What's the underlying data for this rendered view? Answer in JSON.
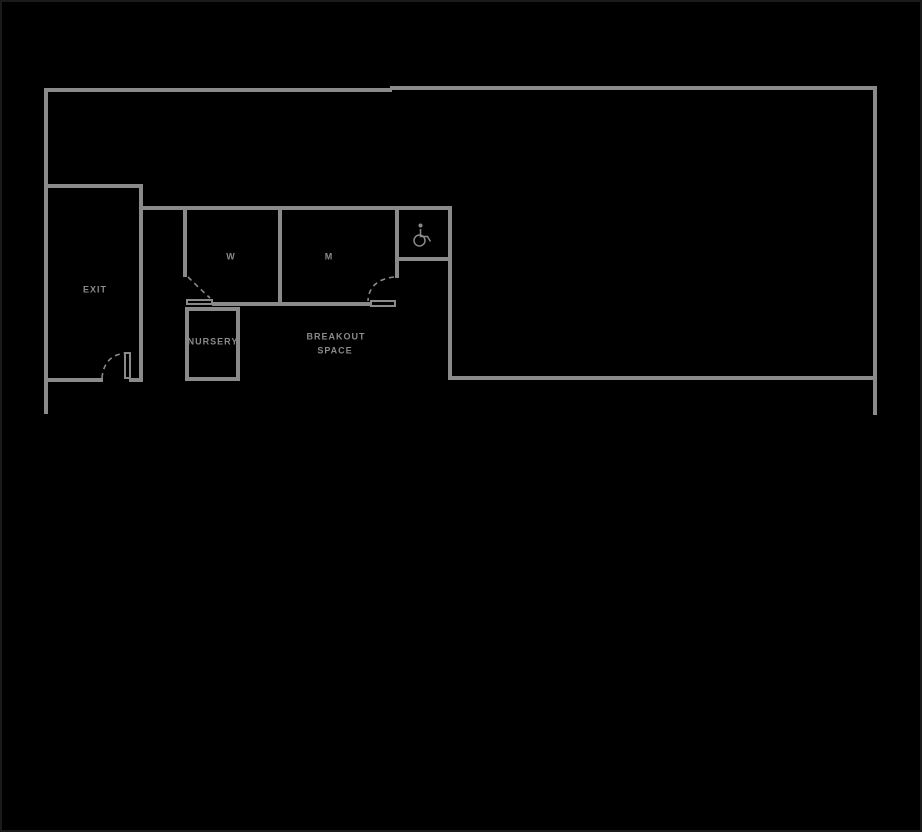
{
  "colors": {
    "background": "#000000",
    "wall": "#8a8a8a",
    "label": "#8a8a8a",
    "frame": "#1b1b1b"
  },
  "floor_plan": {
    "rooms": {
      "exit": {
        "label": "EXIT"
      },
      "womens_restroom": {
        "label": "W"
      },
      "mens_restroom": {
        "label": "M"
      },
      "accessible_restroom": {
        "icon": "wheelchair-icon"
      },
      "nursery": {
        "label": "NURSERY"
      },
      "breakout_space": {
        "label_line1": "BREAKOUT",
        "label_line2": "SPACE"
      }
    }
  }
}
